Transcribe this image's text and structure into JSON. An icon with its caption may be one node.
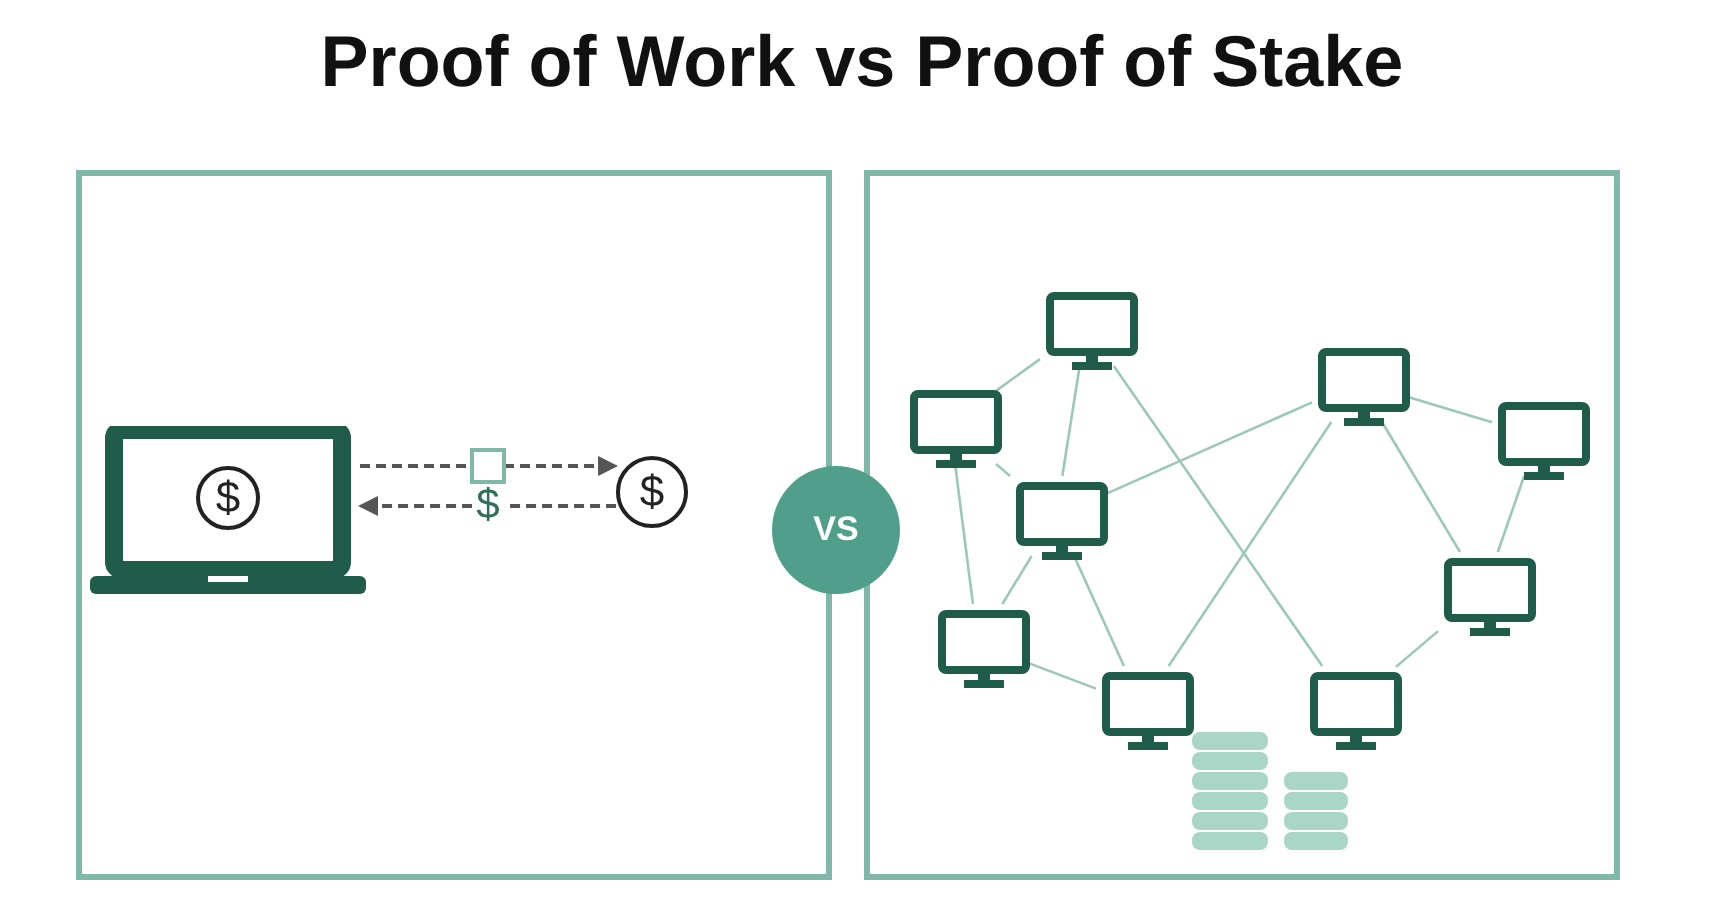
{
  "diagram": {
    "title": "Proof of Work vs Proof of Stake",
    "nodes": [
      {
        "text": [],
        "shape": "box"
      },
      {
        "text": [
          "$"
        ],
        "in": 0
      },
      {
        "text": [
          "$"
        ],
        "in": 0
      },
      {
        "text": [
          "VS"
        ]
      },
      {
        "text": [],
        "shape": "box"
      },
      {
        "text": [],
        "shape": "monitor",
        "in": 4
      },
      {
        "text": [],
        "shape": "monitor",
        "in": 4
      },
      {
        "text": [],
        "shape": "monitor",
        "in": 4
      },
      {
        "text": [],
        "shape": "monitor",
        "in": 4
      },
      {
        "text": [],
        "shape": "monitor",
        "in": 4
      },
      {
        "text": [],
        "shape": "monitor",
        "in": 4
      },
      {
        "text": [],
        "shape": "monitor",
        "in": 4
      },
      {
        "text": [],
        "shape": "monitor",
        "in": 4
      },
      {
        "text": [],
        "shape": "monitor",
        "in": 4
      }
    ],
    "edges": [
      {
        "from": 1,
        "to": 2,
        "arrow": "to",
        "style": "dashed",
        "color": "#555555"
      },
      {
        "from": 2,
        "to": 1,
        "arrow": "to",
        "style": "dashed",
        "color": "#555555",
        "label": "$"
      },
      {
        "from": 7,
        "to": 5,
        "arrow": "none"
      },
      {
        "from": 5,
        "to": 9,
        "arrow": "none"
      },
      {
        "from": 5,
        "to": 13,
        "arrow": "none"
      },
      {
        "from": 7,
        "to": 9,
        "arrow": "none"
      },
      {
        "from": 7,
        "to": 11,
        "arrow": "none"
      },
      {
        "from": 9,
        "to": 6,
        "arrow": "none"
      },
      {
        "from": 9,
        "to": 12,
        "arrow": "none"
      },
      {
        "from": 11,
        "to": 9,
        "arrow": "none"
      },
      {
        "from": 11,
        "to": 12,
        "arrow": "none"
      },
      {
        "from": 12,
        "to": 6,
        "arrow": "none"
      },
      {
        "from": 6,
        "to": 8,
        "arrow": "none"
      },
      {
        "from": 6,
        "to": 10,
        "arrow": "none"
      },
      {
        "from": 10,
        "to": 8,
        "arrow": "none"
      },
      {
        "from": 13,
        "to": 10,
        "arrow": "none"
      }
    ]
  }
}
